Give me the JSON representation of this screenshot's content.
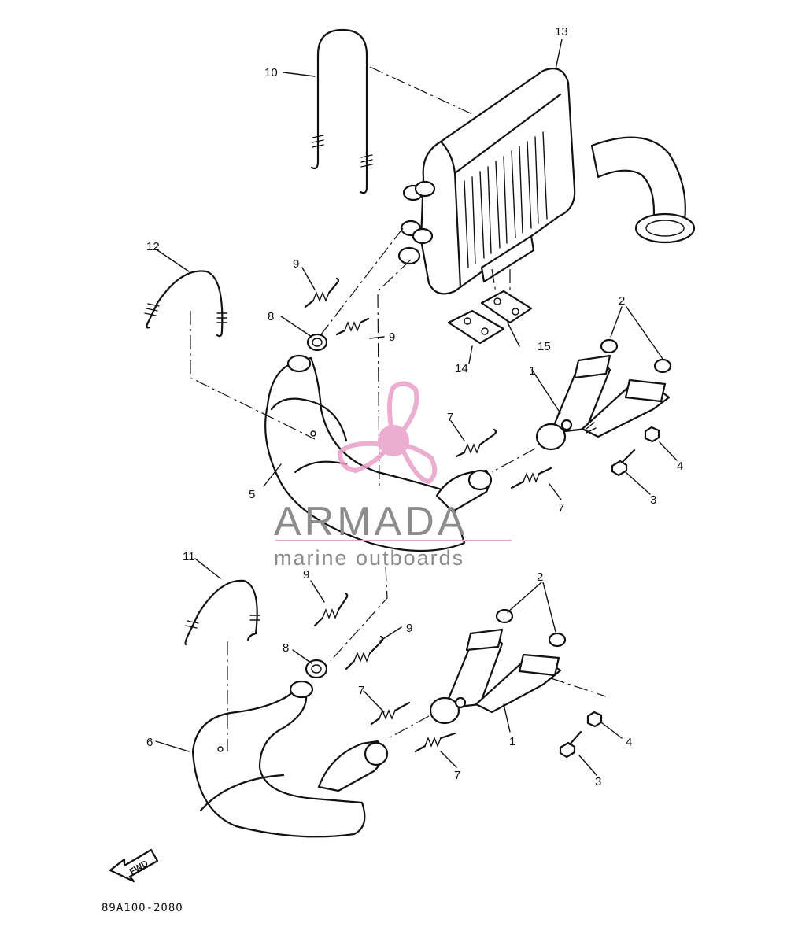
{
  "diagram_code": "89A100-2080",
  "fwd_label": "FWD",
  "watermark": {
    "name": "ARMADA",
    "tagline": "marine outboards",
    "accent_color": "#e8a0c8",
    "text_color": "#8c8c8c",
    "icon": "propeller-logo-icon"
  },
  "callouts": {
    "p1a": "1",
    "p1b": "1",
    "p2a": "2",
    "p2b": "2",
    "p3a": "3",
    "p3b": "3",
    "p4a": "4",
    "p4b": "4",
    "p5": "5",
    "p6": "6",
    "p7a": "7",
    "p7b": "7",
    "p7c": "7",
    "p7d": "7",
    "p8a": "8",
    "p8b": "8",
    "p9a": "9",
    "p9b": "9",
    "p9c": "9",
    "p9d": "9",
    "p10": "10",
    "p11": "11",
    "p12": "12",
    "p13": "13",
    "p14": "14",
    "p15": "15"
  }
}
